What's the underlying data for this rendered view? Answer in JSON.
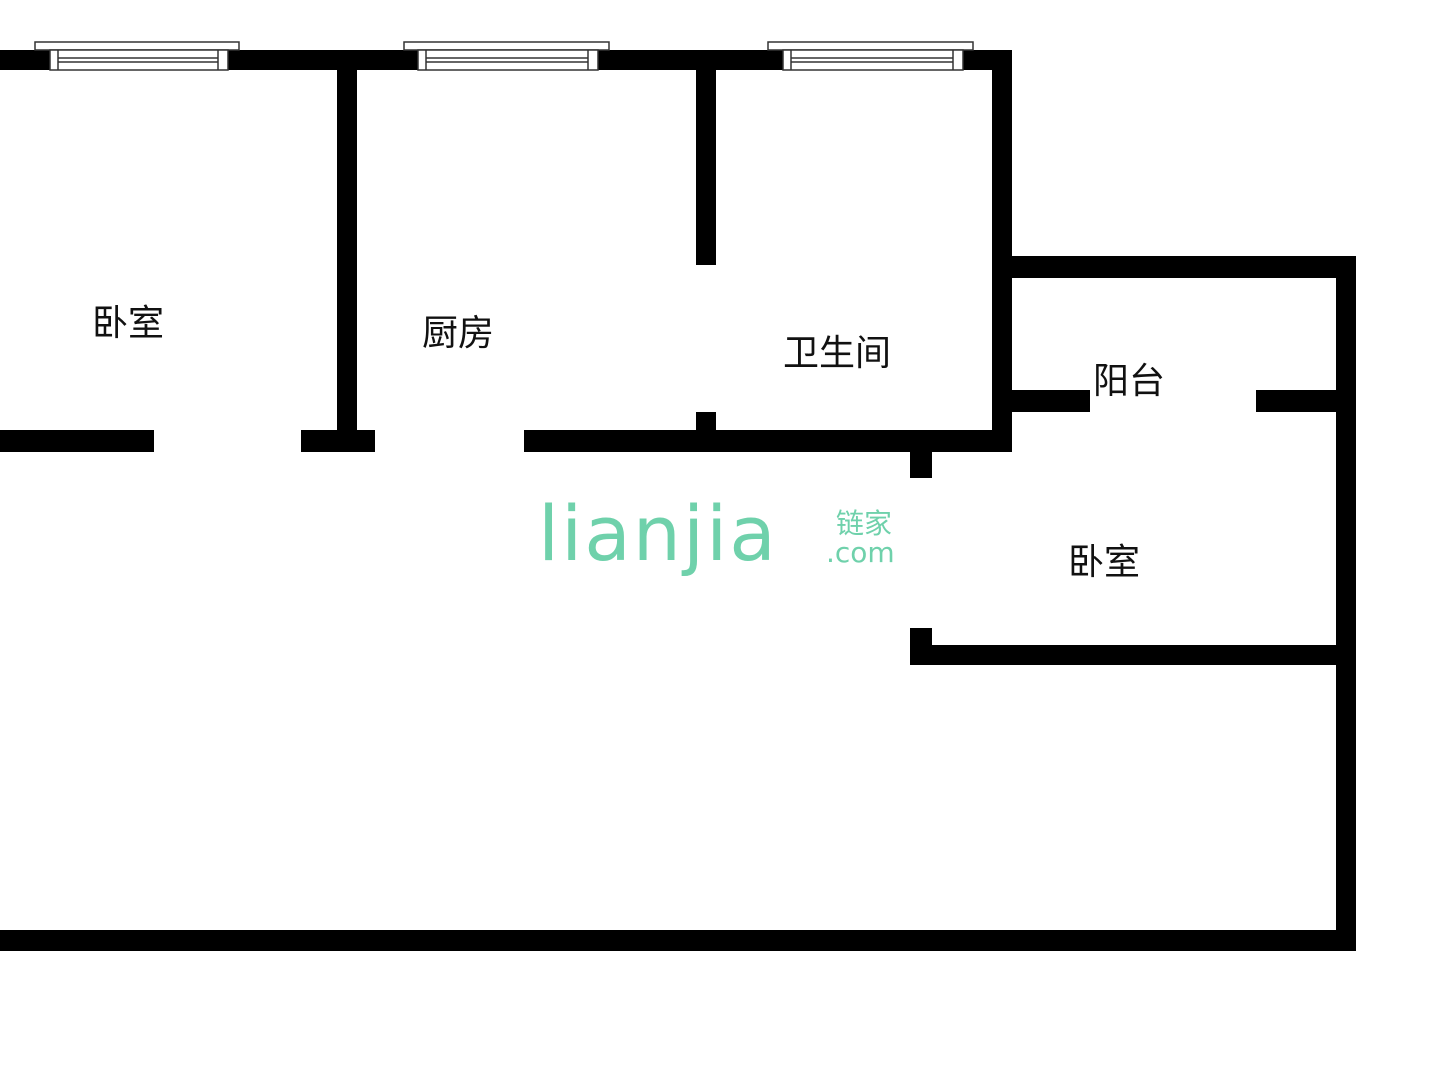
{
  "colors": {
    "wall": "#000000",
    "window_frame": "#333333",
    "background": "#ffffff",
    "watermark": "#6fd1ab"
  },
  "rooms": [
    {
      "id": "bedroom-1",
      "label": "卧室"
    },
    {
      "id": "kitchen",
      "label": "厨房"
    },
    {
      "id": "bathroom",
      "label": "卫生间"
    },
    {
      "id": "balcony",
      "label": "阳台"
    },
    {
      "id": "bedroom-2",
      "label": "卧室"
    }
  ],
  "watermark": {
    "brand": "lianjia",
    "cn": "链家",
    "domain": ".com"
  }
}
